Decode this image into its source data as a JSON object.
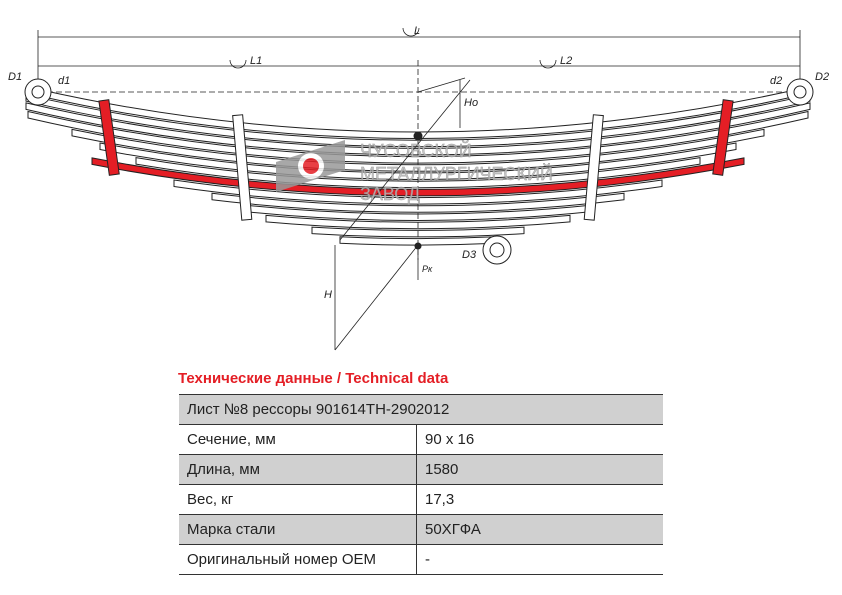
{
  "drawing": {
    "dimensions": {
      "L": "L",
      "L1": "L1",
      "L2": "L2",
      "D1": "D1",
      "D2": "D2",
      "D3": "D3",
      "d1": "d1",
      "d2": "d2",
      "Ho": "Ho",
      "H": "H",
      "Pk": "Рк"
    },
    "watermark": {
      "line1": "ЧУСОВСКОЙ",
      "line2": "МЕТАЛЛУРГИЧЕСКИЙ",
      "line3": "ЗАВОД"
    },
    "highlighted_leaf": 8,
    "colors": {
      "accent": "#e41e25",
      "line": "#222222",
      "header_row": "#d0d0d0"
    }
  },
  "spec": {
    "title": "Технические данные / Technical data",
    "header": "Лист №8 рессоры 901614ТН-2902012",
    "rows": [
      {
        "label": "Сечение, мм",
        "value": "90 х 16"
      },
      {
        "label": "Длина, мм",
        "value": "1580"
      },
      {
        "label": "Вес, кг",
        "value": "17,3"
      },
      {
        "label": "Марка стали",
        "value": "50ХГФА"
      },
      {
        "label": "Оригинальный номер OEM",
        "value": "-"
      }
    ]
  }
}
